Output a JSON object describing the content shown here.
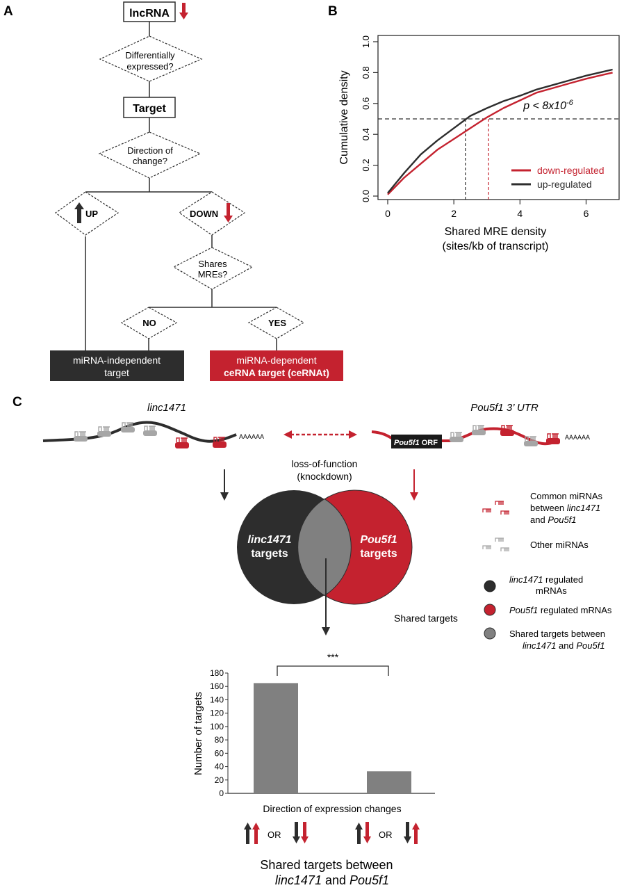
{
  "panels": {
    "a": {
      "label": "A",
      "lncrna": "lncRNA",
      "diff_expr": [
        "Differentially",
        "expressed?"
      ],
      "target": "Target",
      "direction": [
        "Direction of",
        "change?"
      ],
      "up": "UP",
      "down": "DOWN",
      "shares": [
        "Shares",
        "MREs?"
      ],
      "no": "NO",
      "yes": "YES",
      "independent": [
        "miRNA-independent",
        "target"
      ],
      "dependent": [
        "miRNA-dependent",
        "ceRNA target (ceRNAt)"
      ]
    },
    "b": {
      "label": "B",
      "pvalue_prefix": "p < 8x10",
      "pvalue_exp": "-6"
    },
    "c": {
      "label": "C",
      "linc_title": "linc1471",
      "pou_title": "Pou5f1 3’ UTR",
      "polyA": "AAAAAA",
      "orf_italic": "Pou5f1",
      "orf_suffix": " ORF",
      "lof": [
        "loss-of-function",
        "(knockdown)"
      ],
      "venn_left": [
        "linc1471",
        "targets"
      ],
      "venn_right": [
        "Pou5f1",
        "targets"
      ],
      "shared_targets": "Shared targets",
      "legend": {
        "common": [
          "Common miRNAs",
          "between ",
          "linc1471",
          "and ",
          "Pou5f1"
        ],
        "other": "Other miRNAs",
        "linc_reg": [
          "linc1471",
          " regulated",
          "mRNAs"
        ],
        "pou_reg": [
          "Pou5f1",
          " regulated mRNAs"
        ],
        "shared": [
          "Shared targets between",
          "linc1471",
          " and ",
          "Pou5f1"
        ]
      },
      "significance": "***",
      "or_label": "OR",
      "bottom_caption": [
        "Shared targets between",
        "linc1471",
        " and ",
        "Pou5f1"
      ]
    }
  },
  "colors": {
    "red": "#c4222f",
    "dark": "#2d2d2d",
    "grey": "#808080",
    "lightgrey": "#a6a6a6"
  },
  "chart_data": [
    {
      "type": "line",
      "title": "",
      "xlabel": "Shared MRE density (sites/kb of transcript)",
      "ylabel": "Cumulative density",
      "xlim": [
        -0.2,
        6.8
      ],
      "ylim": [
        0,
        1.0
      ],
      "xticks": [
        0,
        2,
        4,
        6
      ],
      "yticks": [
        "0.0",
        "0.2",
        "0.4",
        "0.6",
        "0.8",
        "1.0"
      ],
      "grid": false,
      "legend_position": "bottom-right",
      "annotation": "p < 8x10^-6",
      "reference_lines": {
        "y": 0.5,
        "x_up": 2.35,
        "x_down": 3.05
      },
      "series": [
        {
          "name": "down-regulated",
          "color": "#c4222f",
          "x": [
            0,
            0.5,
            1.0,
            1.5,
            2.0,
            2.5,
            3.0,
            3.5,
            4.0,
            4.5,
            5.0,
            5.5,
            6.0,
            6.5,
            6.8
          ],
          "y": [
            0.01,
            0.12,
            0.21,
            0.3,
            0.37,
            0.44,
            0.51,
            0.57,
            0.62,
            0.67,
            0.7,
            0.73,
            0.76,
            0.785,
            0.8
          ]
        },
        {
          "name": "up-regulated",
          "color": "#2d2d2d",
          "x": [
            0,
            0.5,
            1.0,
            1.5,
            2.0,
            2.5,
            3.0,
            3.5,
            4.0,
            4.5,
            5.0,
            5.5,
            6.0,
            6.5,
            6.8
          ],
          "y": [
            0.02,
            0.15,
            0.27,
            0.36,
            0.44,
            0.52,
            0.57,
            0.615,
            0.65,
            0.69,
            0.72,
            0.75,
            0.78,
            0.805,
            0.82
          ]
        }
      ]
    },
    {
      "type": "bar",
      "title": "",
      "xlabel": "Direction of expression changes",
      "ylabel": "Number of targets",
      "categories": [
        "same direction (up/up or down/down)",
        "opposite direction (up/down or down/up)"
      ],
      "values": [
        165,
        33
      ],
      "ylim": [
        0,
        180
      ],
      "yticks": [
        0,
        20,
        40,
        60,
        80,
        100,
        120,
        140,
        160,
        180
      ],
      "significance": "***"
    }
  ]
}
